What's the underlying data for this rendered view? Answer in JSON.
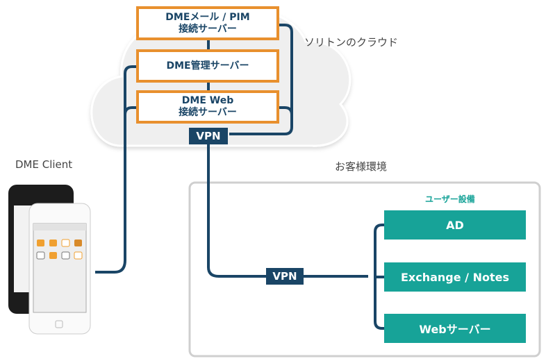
{
  "cloud": {
    "label": "ソリトンのクラウド",
    "servers": [
      {
        "line1": "DMEメール / PIM",
        "line2": "接続サーバー"
      },
      {
        "line1": "DME管理サーバー",
        "line2": ""
      },
      {
        "line1": "DME Web",
        "line2": "接続サーバー"
      }
    ],
    "vpn": "VPN"
  },
  "client": {
    "label": "DME Client"
  },
  "customer": {
    "label": "お客様環境",
    "vpn": "VPN",
    "equipment_label": "ユーザー設備",
    "systems": [
      "AD",
      "Exchange / Notes",
      "Webサーバー"
    ]
  },
  "colors": {
    "navy": "#1a4566",
    "orange": "#e8902e",
    "teal": "#17a398"
  }
}
